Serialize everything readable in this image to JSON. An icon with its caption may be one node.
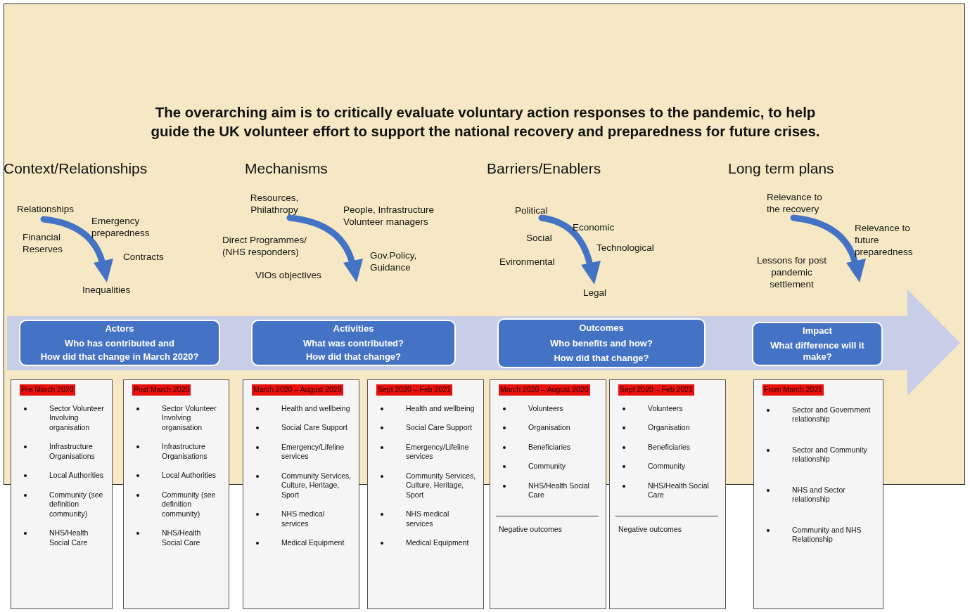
{
  "diagram": {
    "title": "The overarching aim is to critically evaluate voluntary action responses to the pandemic, to help guide the UK volunteer effort to support the national recovery and preparedness for future crises.",
    "nodes": [
      {
        "text": [
          "Actors",
          "Who has contributed and",
          "How did that change in March 2020?"
        ]
      },
      {
        "text": [
          "Activities",
          "What was contributed?",
          "How did that change?"
        ]
      },
      {
        "text": [
          "Outcomes",
          "Who benefits and how?",
          "How did that change?"
        ]
      },
      {
        "text": [
          "Impact",
          "What difference will it make?"
        ]
      },
      {
        "text": [
          "Pre March 2020",
          "Sector Volunteer Involving organisation",
          "Infrastructure Organisations",
          "Local Authorities",
          "Community (see definition community)",
          "NHS/Health Social Care"
        ]
      },
      {
        "text": [
          "Post March 2020",
          "Sector Volunteer Involving organisation",
          "Infrastructure Organisations",
          "Local Authorities",
          "Community (see definition community)",
          "NHS/Health Social Care"
        ]
      },
      {
        "text": [
          "March 2020 – August 2020",
          "Health and wellbeing",
          "Social Care Support",
          "Emergency/Lifeline services",
          "Community Services, Culture, Heritage, Sport",
          "NHS medical services",
          "Medical Equipment"
        ]
      },
      {
        "text": [
          "Sept 2020 – Feb 2021",
          "Health and wellbeing",
          "Social Care Support",
          "Emergency/Lifeline services",
          "Community Services, Culture, Heritage, Sport",
          "NHS medical services",
          "Medical Equipment"
        ]
      },
      {
        "text": [
          "March 2020 – August 2020",
          "Volunteers",
          "Organisation",
          "Beneficiaries",
          "Community",
          "NHS/Health Social Care",
          "Negative outcomes"
        ]
      },
      {
        "text": [
          "Sept 2020 – Feb 2021",
          "Volunteers",
          "Organisation",
          "Beneficiaries",
          "Community",
          "NHS/Health Social Care",
          "Negative outcomes"
        ]
      },
      {
        "text": [
          "From March 2021",
          "Sector and Government relationship",
          "Sector and Community relationship",
          "NHS and Sector relationship",
          "Community and NHS Relationship"
        ]
      }
    ],
    "labels": [
      "Context/Relationships",
      "Mechanisms",
      "Barriers/Enablers",
      "Long term plans",
      "Relationships",
      "Emergency preparedness",
      "Financial Reserves",
      "Contracts",
      "Inequalities",
      "Resources, Philathropy",
      "People, Infrastructure Volunteer managers",
      "Direct Programmes/ (NHS responders)",
      "Gov.Policy, Guidance",
      "VIOs objectives",
      "Political",
      "Economic",
      "Social",
      "Technological",
      "Evironmental",
      "Legal",
      "Relevance to the recovery",
      "Relevance to future preparedness",
      "Lessons for post pandemic settlement"
    ]
  }
}
